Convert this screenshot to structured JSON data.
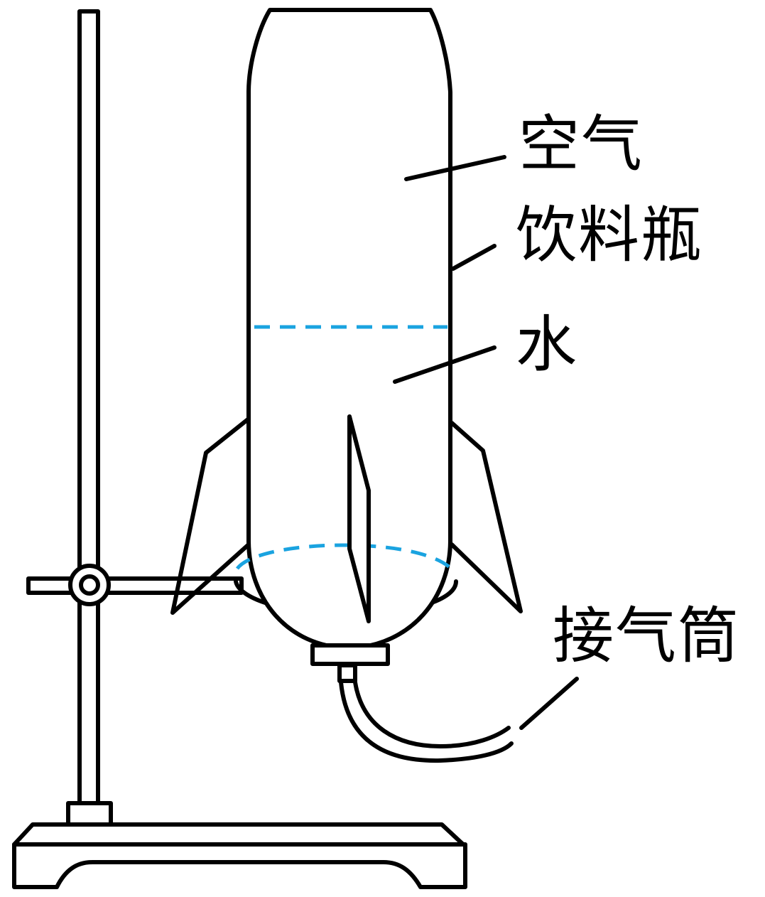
{
  "labels": {
    "air": "空气",
    "bottle": "饮料瓶",
    "water": "水",
    "pump": "接气筒"
  },
  "colors": {
    "stroke": "#000000",
    "water_line": "#1aa3e0",
    "background": "#ffffff"
  }
}
